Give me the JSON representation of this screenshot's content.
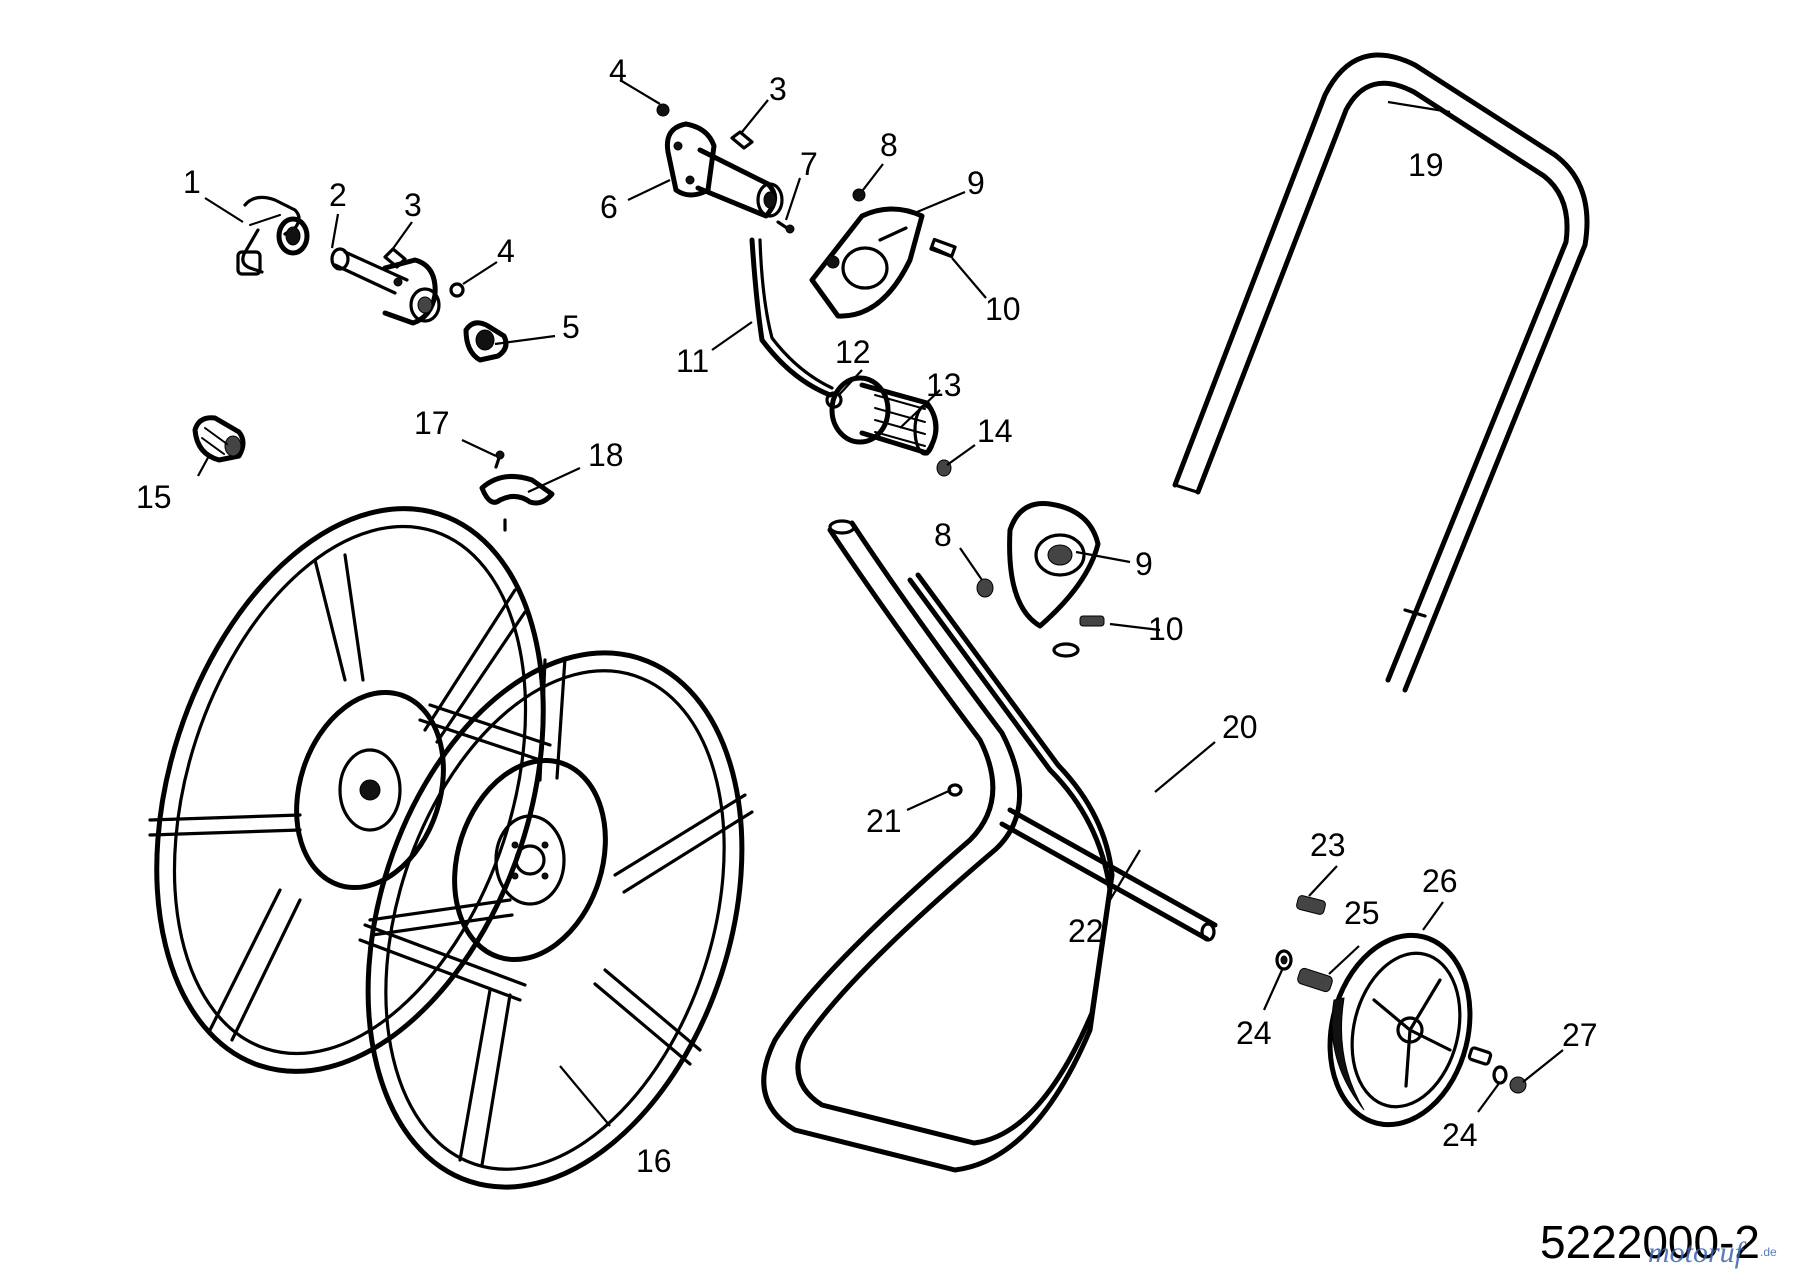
{
  "diagram": {
    "drawing_number": "5222000-2",
    "watermark": "motoruf",
    "watermark_suffix": ".de",
    "callouts": [
      {
        "id": "c1",
        "label": "1"
      },
      {
        "id": "c2",
        "label": "2"
      },
      {
        "id": "c3a",
        "label": "3"
      },
      {
        "id": "c3b",
        "label": "3"
      },
      {
        "id": "c4a",
        "label": "4"
      },
      {
        "id": "c4b",
        "label": "4"
      },
      {
        "id": "c5",
        "label": "5"
      },
      {
        "id": "c6",
        "label": "6"
      },
      {
        "id": "c7",
        "label": "7"
      },
      {
        "id": "c8a",
        "label": "8"
      },
      {
        "id": "c8b",
        "label": "8"
      },
      {
        "id": "c9a",
        "label": "9"
      },
      {
        "id": "c9b",
        "label": "9"
      },
      {
        "id": "c10a",
        "label": "10"
      },
      {
        "id": "c10b",
        "label": "10"
      },
      {
        "id": "c11",
        "label": "11"
      },
      {
        "id": "c12",
        "label": "12"
      },
      {
        "id": "c13",
        "label": "13"
      },
      {
        "id": "c14",
        "label": "14"
      },
      {
        "id": "c15",
        "label": "15"
      },
      {
        "id": "c16",
        "label": "16"
      },
      {
        "id": "c17",
        "label": "17"
      },
      {
        "id": "c18",
        "label": "18"
      },
      {
        "id": "c19",
        "label": "19"
      },
      {
        "id": "c20",
        "label": "20"
      },
      {
        "id": "c21",
        "label": "21"
      },
      {
        "id": "c22",
        "label": "22"
      },
      {
        "id": "c23",
        "label": "23"
      },
      {
        "id": "c24a",
        "label": "24"
      },
      {
        "id": "c24b",
        "label": "24"
      },
      {
        "id": "c25",
        "label": "25"
      },
      {
        "id": "c26",
        "label": "26"
      },
      {
        "id": "c27",
        "label": "27"
      }
    ]
  }
}
